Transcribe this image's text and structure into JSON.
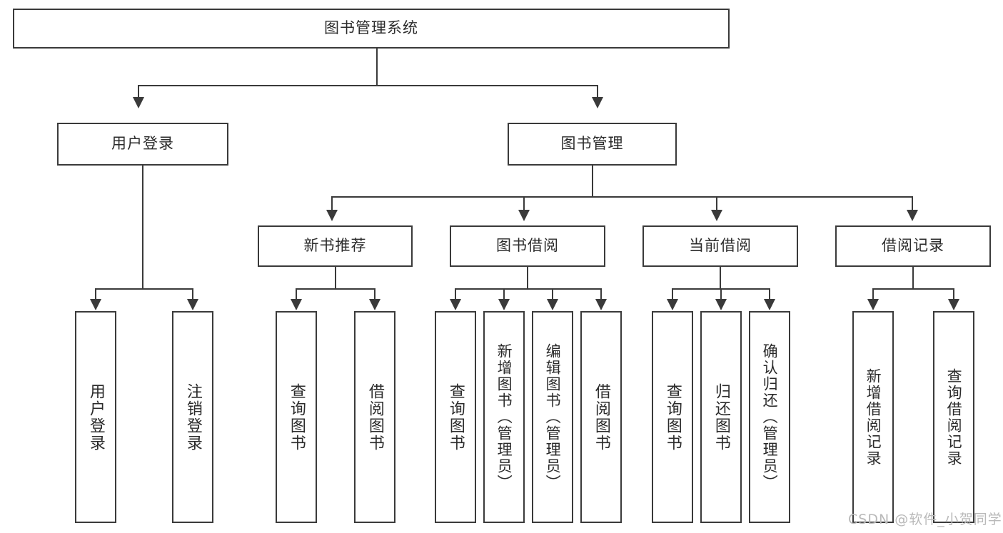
{
  "diagram": {
    "title": "图书管理系统",
    "type": "hierarchy-tree",
    "root": {
      "id": "root",
      "label": "图书管理系统"
    },
    "level2": [
      {
        "id": "user-login",
        "label": "用户登录"
      },
      {
        "id": "book-manage",
        "label": "图书管理"
      }
    ],
    "level3": [
      {
        "id": "new-book-rec",
        "label": "新书推荐"
      },
      {
        "id": "book-borrow",
        "label": "图书借阅"
      },
      {
        "id": "current-borrow",
        "label": "当前借阅"
      },
      {
        "id": "borrow-record",
        "label": "借阅记录"
      }
    ],
    "leaves": {
      "user_login": [
        {
          "id": "leaf-user-login",
          "label": "用户登录"
        },
        {
          "id": "leaf-user-logout",
          "label": "注销登录"
        }
      ],
      "new_book_rec": [
        {
          "id": "leaf-query-book-1",
          "label": "查询图书"
        },
        {
          "id": "leaf-borrow-book-1",
          "label": "借阅图书"
        }
      ],
      "book_borrow": [
        {
          "id": "leaf-query-book-2",
          "label": "查询图书"
        },
        {
          "id": "leaf-add-book",
          "label": "新增图书（管理员）"
        },
        {
          "id": "leaf-edit-book",
          "label": "编辑图书（管理员）"
        },
        {
          "id": "leaf-borrow-book-2",
          "label": "借阅图书"
        }
      ],
      "current_borrow": [
        {
          "id": "leaf-query-book-3",
          "label": "查询图书"
        },
        {
          "id": "leaf-return-book",
          "label": "归还图书"
        },
        {
          "id": "leaf-confirm-return",
          "label": "确认归还（管理员）"
        }
      ],
      "borrow_record": [
        {
          "id": "leaf-add-record",
          "label": "新增借阅记录"
        },
        {
          "id": "leaf-query-record",
          "label": "查询借阅记录"
        }
      ]
    }
  },
  "watermark": {
    "text": "CSDN @软件_小贺同学"
  },
  "colors": {
    "stroke": "#3a3a3a",
    "text": "#2b2b2b",
    "background": "#ffffff",
    "watermark": "#b9b9b9"
  }
}
